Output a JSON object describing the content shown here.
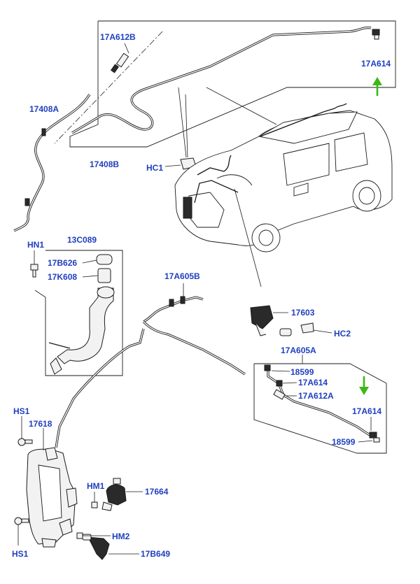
{
  "labels": {
    "17A612B": "17A612B",
    "17A614_top": "17A614",
    "17408A": "17408A",
    "17408B": "17408B",
    "HC1": "HC1",
    "HN1": "HN1",
    "13C089": "13C089",
    "17B626": "17B626",
    "17K608": "17K608",
    "17A605B": "17A605B",
    "17603": "17603",
    "HC2": "HC2",
    "17A605A": "17A605A",
    "18599_a": "18599",
    "17A614_mid": "17A614",
    "17A612A": "17A612A",
    "17A614_low": "17A614",
    "18599_b": "18599",
    "HS1_top": "HS1",
    "17618": "17618",
    "HM1": "HM1",
    "17664": "17664",
    "HM2": "HM2",
    "HS1_bottom": "HS1",
    "17B649": "17B649"
  },
  "colors": {
    "callout_text": "#1f3fbf",
    "direction_arrow": "#3cb815",
    "line_art": "#1a1a1a"
  }
}
